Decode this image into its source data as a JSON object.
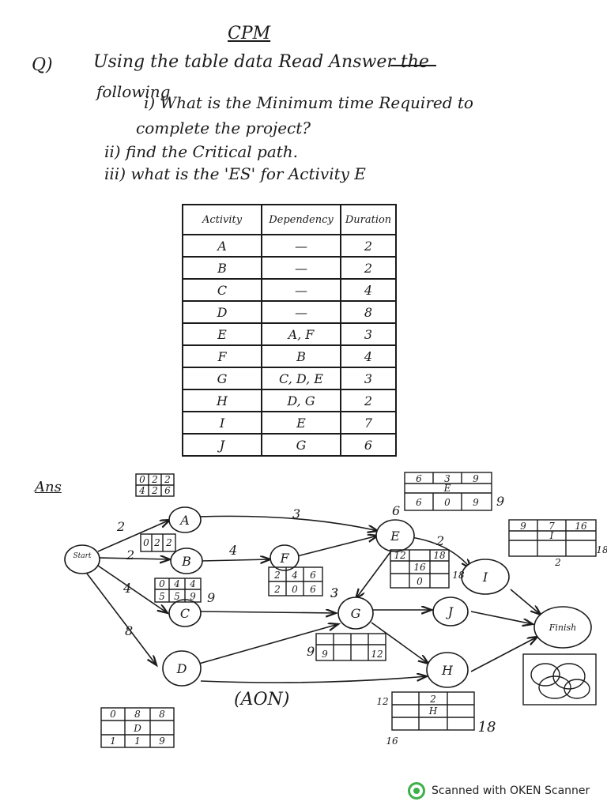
{
  "title": "CPM",
  "question": {
    "label": "Q)",
    "line1": "Using the table data Read Answer the",
    "line2": "following",
    "i": "i) What is the Minimum time Required to",
    "i_cont": "complete the project?",
    "ii": "ii) find the Critical path.",
    "iii": "iii) what is the 'ES' for Activity E"
  },
  "table": {
    "headers": [
      "Activity",
      "Dependency",
      "Duration"
    ],
    "rows": [
      [
        "A",
        "—",
        "2"
      ],
      [
        "B",
        "—",
        "2"
      ],
      [
        "C",
        "—",
        "4"
      ],
      [
        "D",
        "—",
        "8"
      ],
      [
        "E",
        "A, F",
        "3"
      ],
      [
        "F",
        "B",
        "4"
      ],
      [
        "G",
        "C, D, E",
        "3"
      ],
      [
        "H",
        "D, G",
        "2"
      ],
      [
        "I",
        "E",
        "7"
      ],
      [
        "J",
        "G",
        "6"
      ]
    ]
  },
  "answer_label": "Ans",
  "diagram": {
    "nodes": {
      "start": "Start",
      "A": "A",
      "B": "B",
      "C": "C",
      "D": "D",
      "E": "E",
      "F": "F",
      "G": "G",
      "H": "H",
      "I": "I",
      "J": "J",
      "finish": "Finish"
    },
    "edge_labels": {
      "to_A": "2",
      "to_B": "2",
      "to_C": "4",
      "to_D": "8",
      "A_E": "3",
      "B_F": "4",
      "E_I": "2",
      "G": "3"
    },
    "boxes": {
      "A": {
        "top": [
          "0",
          "2",
          "2"
        ],
        "bottom": [
          "4",
          "2",
          "6"
        ]
      },
      "B": {
        "top": [
          "0",
          "2",
          "2"
        ]
      },
      "C": {
        "top": [
          "0",
          "4",
          "4"
        ],
        "bottom": [
          "5",
          "5",
          "9"
        ]
      },
      "D": {
        "top": [
          "0",
          "8",
          "8"
        ],
        "mid": "D",
        "bottom": [
          "1",
          "1",
          "9"
        ]
      },
      "E": {
        "top": [
          "6",
          "3",
          "9"
        ],
        "mid": "E",
        "bottom": [
          "6",
          "0",
          "9"
        ]
      },
      "F": {
        "top": [
          "2",
          "4",
          "6"
        ],
        "bottom": [
          "2",
          "0",
          "6"
        ]
      },
      "G": {
        "bottom": [
          "9",
          "12"
        ]
      },
      "G_side": {
        "nums": [
          "12",
          "18",
          "16",
          "0",
          "18"
        ]
      },
      "I": {
        "top": [
          "9",
          "7",
          "16"
        ],
        "mid": "I",
        "side": "18",
        "bottom": "2"
      },
      "H": {
        "top": [
          "2"
        ],
        "mid": "H",
        "left": "12",
        "bottom_left": "16",
        "right": "18"
      }
    },
    "aon_label": "(AON)",
    "outside_nums": {
      "C_right": "9",
      "D_left": "9",
      "E_left": "6",
      "E_right": "9",
      "G_left": "3"
    }
  },
  "scanner_text": "Scanned with OKEN Scanner",
  "colors": {
    "ink": "#1b1b1b",
    "scanner_green": "#3db04a"
  }
}
